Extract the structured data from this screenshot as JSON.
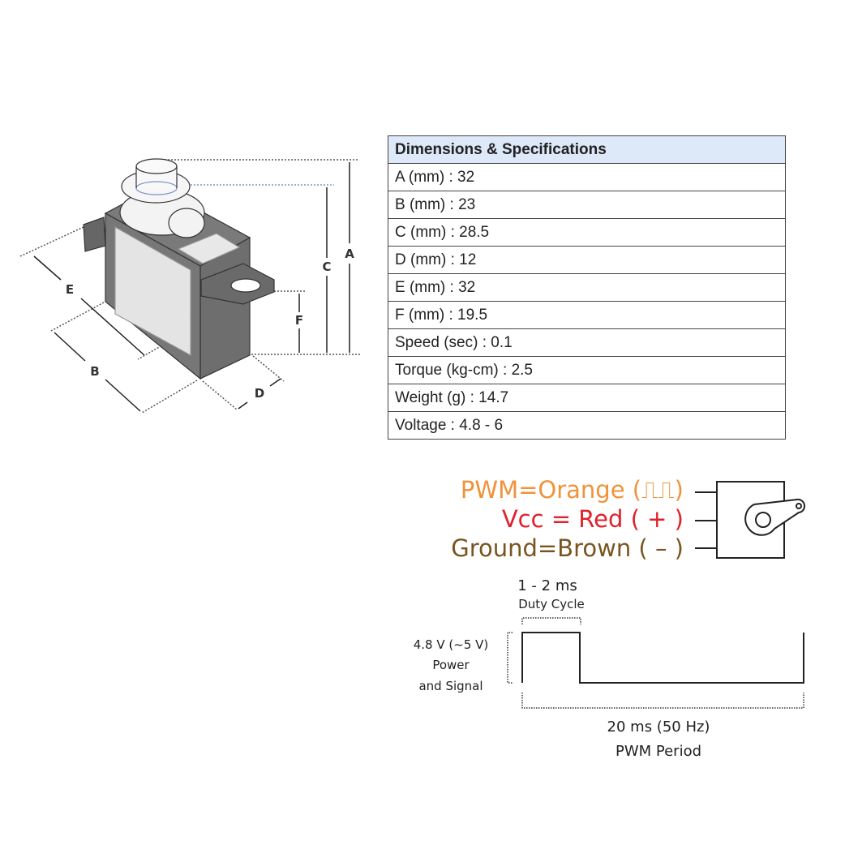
{
  "dimensions_figure": {
    "labels": [
      "A",
      "B",
      "C",
      "D",
      "E",
      "F"
    ]
  },
  "spec_table": {
    "title": "Dimensions & Specifications",
    "rows": [
      "A (mm) : 32",
      "B (mm) : 23",
      "C (mm) : 28.5",
      "D (mm) : 12",
      "E (mm) : 32",
      "F (mm) : 19.5",
      "Speed (sec) : 0.1",
      "Torque (kg-cm) : 2.5",
      "Weight (g) : 14.7",
      "Voltage : 4.8 - 6"
    ]
  },
  "wiring": {
    "pwm": "PWM=Orange (⎍⎍)",
    "vcc": "Vcc = Red ( + )",
    "ground": "Ground=Brown ( – )",
    "colors": {
      "pwm": "#f0923a",
      "vcc": "#e0202a",
      "ground": "#7a5420"
    }
  },
  "waveform": {
    "duty_value": "1 - 2 ms",
    "duty_label": "Duty Cycle",
    "voltage_value": "4.8 V (~5 V)",
    "voltage_label_1": "Power",
    "voltage_label_2": "and Signal",
    "period_value": "20 ms (50 Hz)",
    "period_label": "PWM Period"
  }
}
